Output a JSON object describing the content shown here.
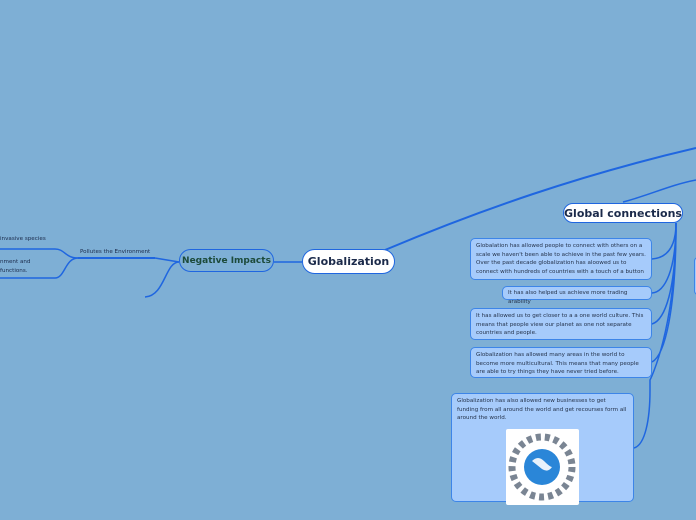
{
  "root": {
    "label": "Globalization"
  },
  "negative_impacts": {
    "label": "Negative Impacts",
    "subtopic": "Pollutes the Environment",
    "partial_items": [
      "invasive species",
      "nment and",
      "functions."
    ]
  },
  "global_connections": {
    "label": "Global connections",
    "items": [
      "Globalation has allowed people to connect with others on a scale we haven't been able to achieve in the past few years. Over the past decade globalization has aloowed us to connect with hundreds of countries with a touch of a button",
      "It has also helped us achieve more trading arability",
      "It has allowed us to get closer to a a one world culture. This means that people view our planet as one not separate countries and people.",
      "Globalization has allowed many areas in the world to become more multicultural. This means that many people are able to try things they have never tried before.",
      "Globalization has also allowed new businesses to get funding from all around the world and get recourses form all around the world."
    ],
    "image_icon": "people-around-globe-image"
  },
  "colors": {
    "background": "#7eafd5",
    "connector": "#1f66e0",
    "box": "#a6cbfb"
  }
}
